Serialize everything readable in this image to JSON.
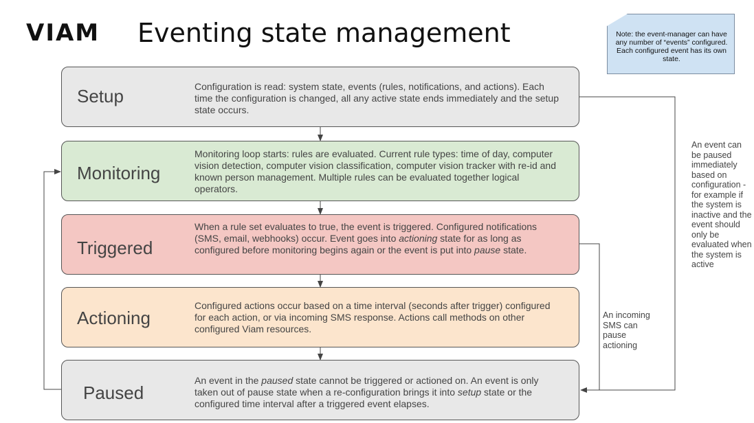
{
  "header": {
    "logo": "VIAM",
    "title": "Eventing state management"
  },
  "note": "Note: the event-manager can have any number of “events” configured.  Each configured event has its own state.",
  "states": [
    {
      "name": "Setup",
      "color": "#e8e8e8",
      "description": "Configuration is read: system state, events (rules, notifications, and actions).  Each time the configuration is changed, all any active state ends immediately and the setup state occurs."
    },
    {
      "name": "Monitoring",
      "color": "#d9ead3",
      "description": "Monitoring loop starts: rules are evaluated.  Current rule types: time of day, computer vision detection, computer vision classification, computer vision tracker with re-id and known person management. Multiple rules can be evaluated together logical operators."
    },
    {
      "name": "Triggered",
      "color": "#f4c7c3",
      "description_parts": [
        "When a rule set evaluates to true, the event is triggered.  Configured notifications (SMS, email, webhooks) occur.  Event goes into ",
        "actioning",
        " state for as long as configured before monitoring begins again or the event is put into ",
        "pause",
        " state."
      ]
    },
    {
      "name": "Actioning",
      "color": "#fce5cd",
      "description": "Configured actions occur based on a time interval (seconds after trigger) configured for each action, or via incoming SMS response.  Actions call methods on other configured Viam resources."
    },
    {
      "name": "Paused",
      "color": "#e8e8e8",
      "description_parts": [
        "An event in the ",
        "paused",
        " state cannot be triggered or actioned on.  An event is only taken out of pause state when a re-configuration brings it into ",
        "setup",
        " state or the configured time interval after a triggered event elapses."
      ]
    }
  ],
  "side_notes": {
    "config_pause": "An event can be paused immediately based on configuration - for example if the system is inactive and the event should only be evaluated when the system is active",
    "sms_pause": "An incoming SMS can pause actioning"
  }
}
